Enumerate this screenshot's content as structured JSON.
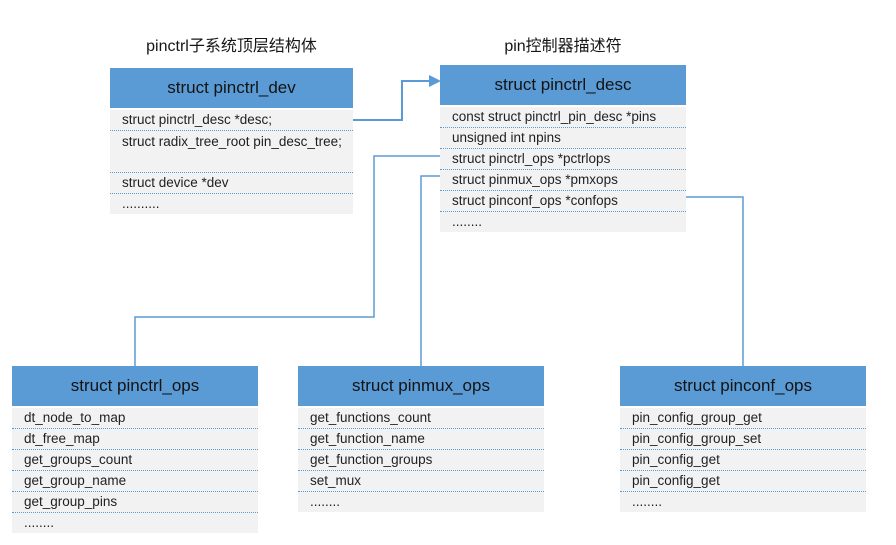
{
  "colors": {
    "accent_blue": "#5B9BD5",
    "row_background": "#F2F2F2",
    "text": "#1F1F1F"
  },
  "labels": {
    "pinctrl_dev_caption": "pinctrl子系统顶层结构体",
    "pinctrl_desc_caption": "pin控制器描述符"
  },
  "boxes": {
    "pinctrl_dev": {
      "title": "struct pinctrl_dev",
      "rows": [
        "struct pinctrl_desc *desc;",
        "struct radix_tree_root pin_desc_tree;",
        "struct device *dev",
        ".........."
      ]
    },
    "pinctrl_desc": {
      "title": "struct pinctrl_desc",
      "rows": [
        "const struct pinctrl_pin_desc *pins",
        "unsigned int npins",
        "struct pinctrl_ops *pctrlops",
        "struct pinmux_ops *pmxops",
        "struct pinconf_ops *confops",
        "........"
      ]
    },
    "pinctrl_ops": {
      "title": "struct pinctrl_ops",
      "rows": [
        "dt_node_to_map",
        "dt_free_map",
        "get_groups_count",
        "get_group_name",
        "get_group_pins",
        "........"
      ]
    },
    "pinmux_ops": {
      "title": "struct pinmux_ops",
      "rows": [
        "get_functions_count",
        "get_function_name",
        "get_function_groups",
        "set_mux",
        "........"
      ]
    },
    "pinconf_ops": {
      "title": "struct pinconf_ops",
      "rows": [
        "pin_config_group_get",
        "pin_config_group_set",
        "pin_config_get",
        "pin_config_get",
        "........"
      ]
    }
  }
}
